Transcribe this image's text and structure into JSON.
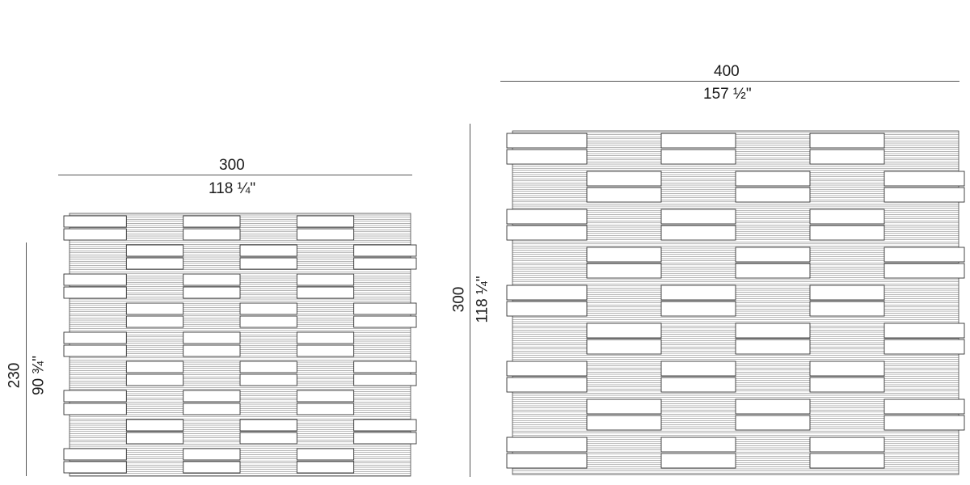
{
  "small_panel": {
    "width_cm": "300",
    "width_in": "118 ¼\"",
    "height_cm": "230",
    "height_in": "90 ¾\""
  },
  "large_panel": {
    "width_cm": "400",
    "width_in": "157 ½\"",
    "height_cm": "300",
    "height_in": "118 ¼\""
  }
}
